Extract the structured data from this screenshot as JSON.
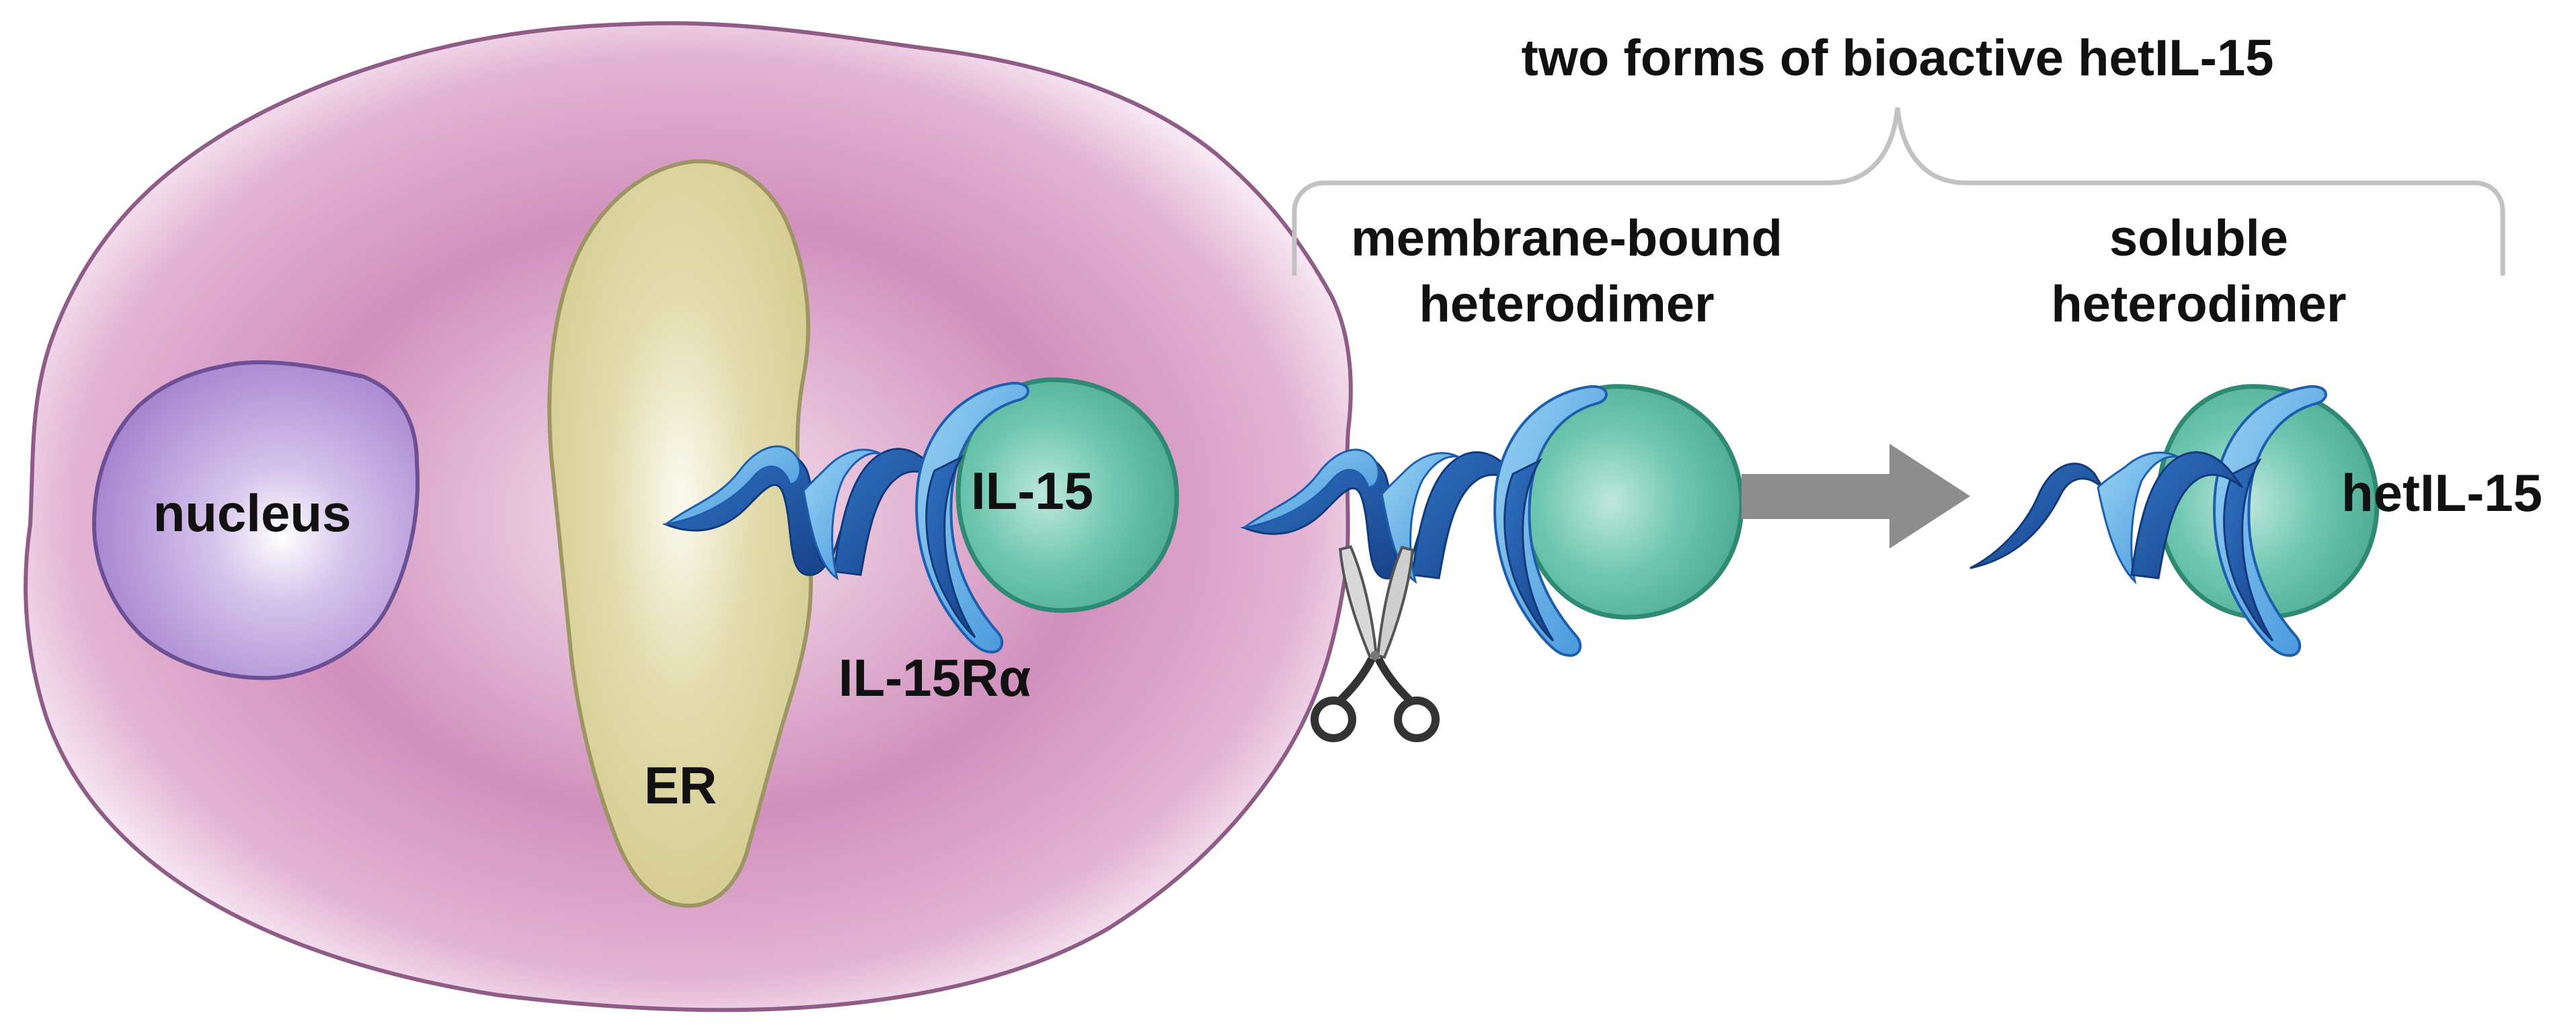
{
  "labels": {
    "title": "two forms of bioactive hetIL-15",
    "membrane_line1": "membrane-bound",
    "membrane_line2": "heterodimer",
    "soluble_line1": "soluble",
    "soluble_line2": "heterodimer",
    "nucleus": "nucleus",
    "er": "ER",
    "il15_inside": "IL-15",
    "il15ra": "IL-15Rα",
    "hetil15": "hetIL-15"
  },
  "icons": {
    "cleavage": "scissors-icon",
    "transition": "arrow-right-icon"
  },
  "colors": {
    "cell_membrane": "#8e5c86",
    "cell_inner": "#f7e7f1",
    "cell_mid": "#d190bd",
    "nucleus_fill": "#ab8cd2",
    "nucleus_stroke": "#6d4f95",
    "er_fill": "#ddd5a0",
    "er_stroke": "#9d9664",
    "il15_fill": "#5dbfa8",
    "il15_stroke": "#2f8a73",
    "receptor_dark": "#1f5fb0",
    "receptor_light": "#67b8ea",
    "bracket": "#c2c2c2",
    "arrow": "#8d8d8d"
  }
}
